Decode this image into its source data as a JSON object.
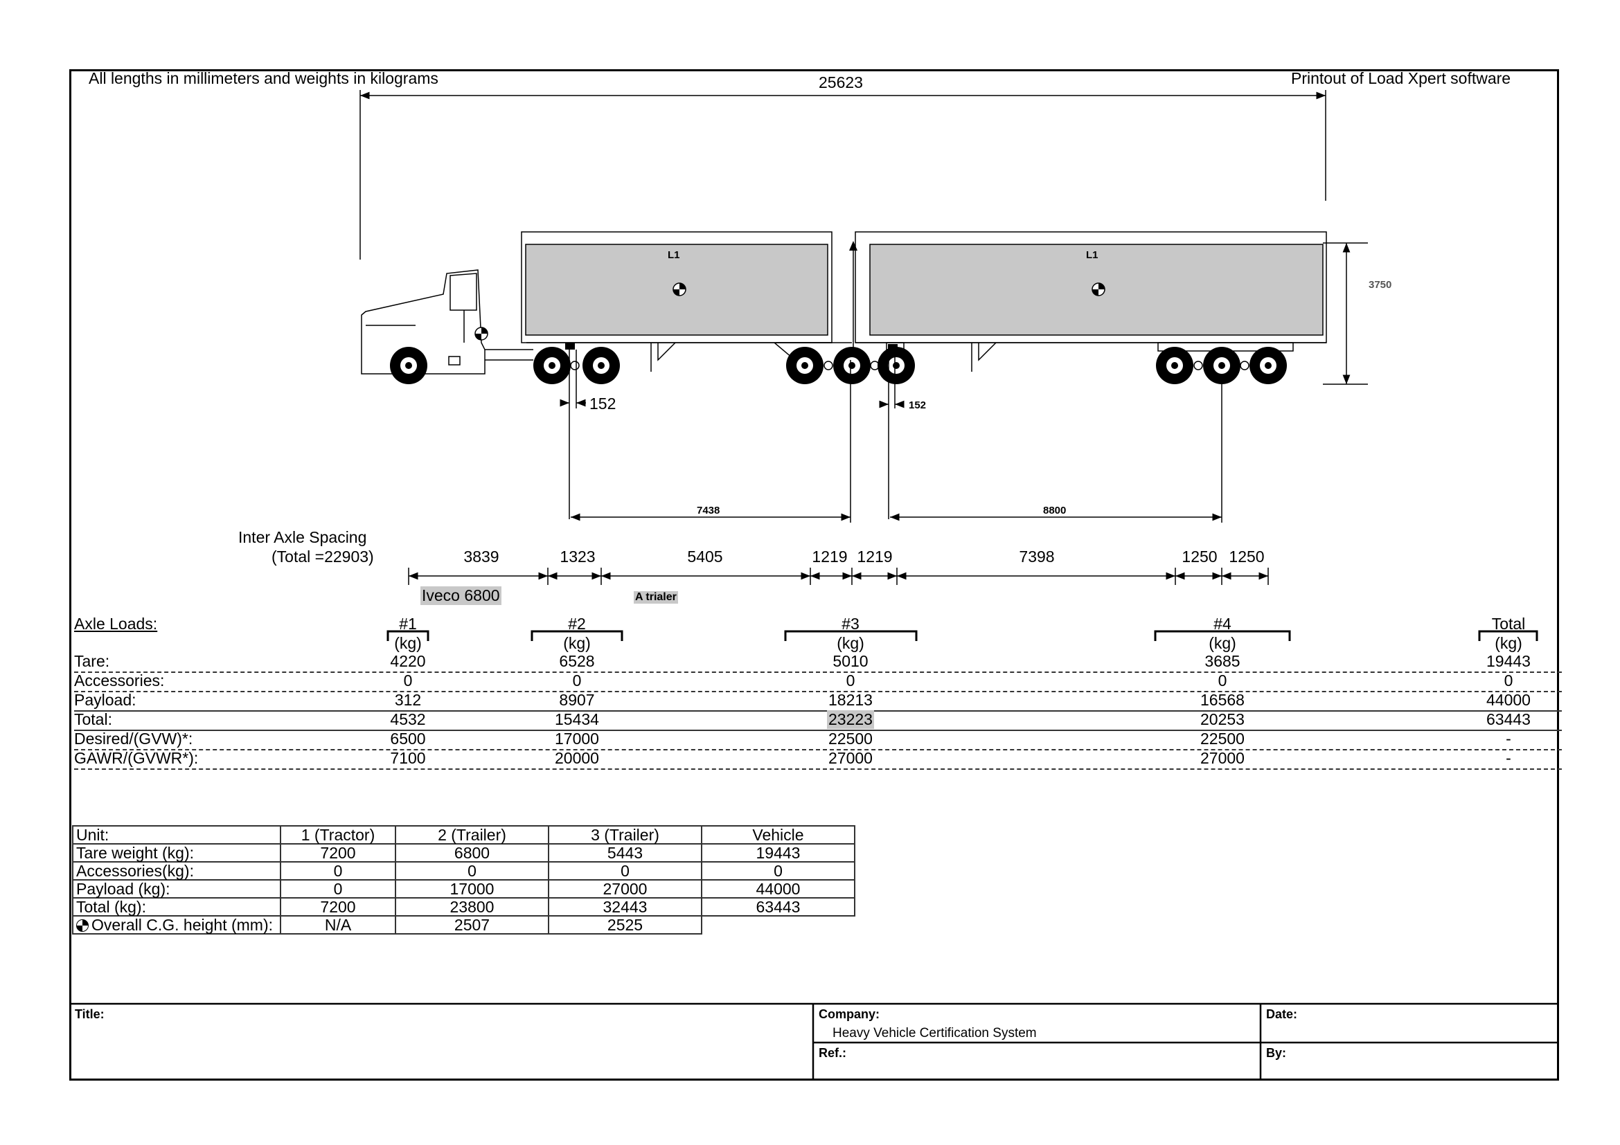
{
  "header": {
    "units_note": "All lengths in millimeters and weights in kilograms",
    "software_note": "Printout of Load Xpert software",
    "overall_length": "25623"
  },
  "drawing": {
    "load_label_1": "L1",
    "load_label_2": "L1",
    "height": "3750",
    "offset_1": "152",
    "offset_2": "152",
    "span_1": "7438",
    "span_2": "8800"
  },
  "spacing": {
    "title": "Inter Axle Spacing",
    "total": "(Total =22903)",
    "values": [
      "3839",
      "1323",
      "5405",
      "1219",
      "1219",
      "7398",
      "1250",
      "1250"
    ],
    "tractor_label": "Iveco 6800",
    "trailer_label": "A trialer"
  },
  "axle_loads": {
    "title": "Axle Loads:",
    "columns": [
      "#1",
      "#2",
      "#3",
      "#4",
      "Total"
    ],
    "unit": "(kg)",
    "rows": [
      {
        "label": "Tare:",
        "values": [
          "4220",
          "6528",
          "5010",
          "3685",
          "19443"
        ]
      },
      {
        "label": "Accessories:",
        "values": [
          "0",
          "0",
          "0",
          "0",
          "0"
        ]
      },
      {
        "label": "Payload:",
        "values": [
          "312",
          "8907",
          "18213",
          "16568",
          "44000"
        ]
      },
      {
        "label": "Total:",
        "values": [
          "4532",
          "15434",
          "23223",
          "20253",
          "63443"
        ]
      },
      {
        "label": "Desired/(GVW)*:",
        "values": [
          "6500",
          "17000",
          "22500",
          "22500",
          "-"
        ]
      },
      {
        "label": "GAWR/(GVWR*):",
        "values": [
          "7100",
          "20000",
          "27000",
          "27000",
          "-"
        ]
      }
    ]
  },
  "units_table": {
    "header": [
      "Unit:",
      "1 (Tractor)",
      "2 (Trailer)",
      "3 (Trailer)",
      "Vehicle"
    ],
    "rows": [
      [
        "Tare weight (kg):",
        "7200",
        "6800",
        "5443",
        "19443"
      ],
      [
        "Accessories(kg):",
        "0",
        "0",
        "0",
        "0"
      ],
      [
        "Payload (kg):",
        "0",
        "17000",
        "27000",
        "44000"
      ],
      [
        "Total (kg):",
        "7200",
        "23800",
        "32443",
        "63443"
      ]
    ],
    "cg_row": [
      "Overall C.G. height (mm):",
      "N/A",
      "2507",
      "2525"
    ]
  },
  "title_block": {
    "title_label": "Title:",
    "company_label": "Company:",
    "company_value": "Heavy Vehicle Certification System",
    "date_label": "Date:",
    "ref_label": "Ref.:",
    "by_label": "By:"
  },
  "colors": {
    "cargo_fill": "#c8c8c8",
    "highlight": "#c8c8c8"
  }
}
